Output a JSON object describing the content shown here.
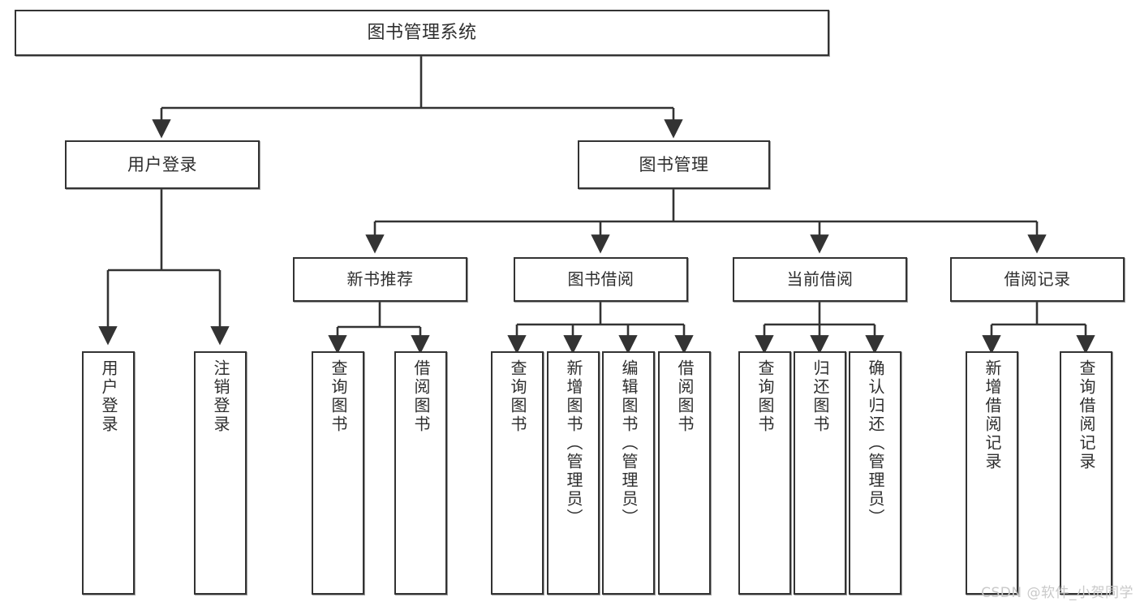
{
  "diagram": {
    "type": "tree-hierarchy",
    "orientation": "top-down",
    "root": {
      "label": "图书管理系统"
    },
    "level2": [
      {
        "label": "用户登录"
      },
      {
        "label": "图书管理"
      }
    ],
    "level3": [
      {
        "label": "新书推荐"
      },
      {
        "label": "图书借阅"
      },
      {
        "label": "当前借阅"
      },
      {
        "label": "借阅记录"
      }
    ],
    "leaves": [
      {
        "label": "用户登录",
        "parent": "用户登录"
      },
      {
        "label": "注销登录",
        "parent": "用户登录"
      },
      {
        "label": "查询图书",
        "parent": "新书推荐"
      },
      {
        "label": "借阅图书",
        "parent": "新书推荐"
      },
      {
        "label": "查询图书",
        "parent": "图书借阅"
      },
      {
        "label": "新增图书（管理员）",
        "parent": "图书借阅"
      },
      {
        "label": "编辑图书（管理员）",
        "parent": "图书借阅"
      },
      {
        "label": "借阅图书",
        "parent": "图书借阅"
      },
      {
        "label": "查询图书",
        "parent": "当前借阅"
      },
      {
        "label": "归还图书",
        "parent": "当前借阅"
      },
      {
        "label": "确认归还（管理员）",
        "parent": "当前借阅"
      },
      {
        "label": "新增借阅记录",
        "parent": "借阅记录"
      },
      {
        "label": "查询借阅记录",
        "parent": "借阅记录"
      }
    ]
  },
  "watermark": {
    "text": "CSDN @软件_小贺同学"
  },
  "colors": {
    "background": "#ffffff",
    "box_border": "#333333",
    "box_fill": "#ffffff",
    "text": "#2e2e2e",
    "connector": "#333333",
    "watermark": "#c9c9c9"
  }
}
